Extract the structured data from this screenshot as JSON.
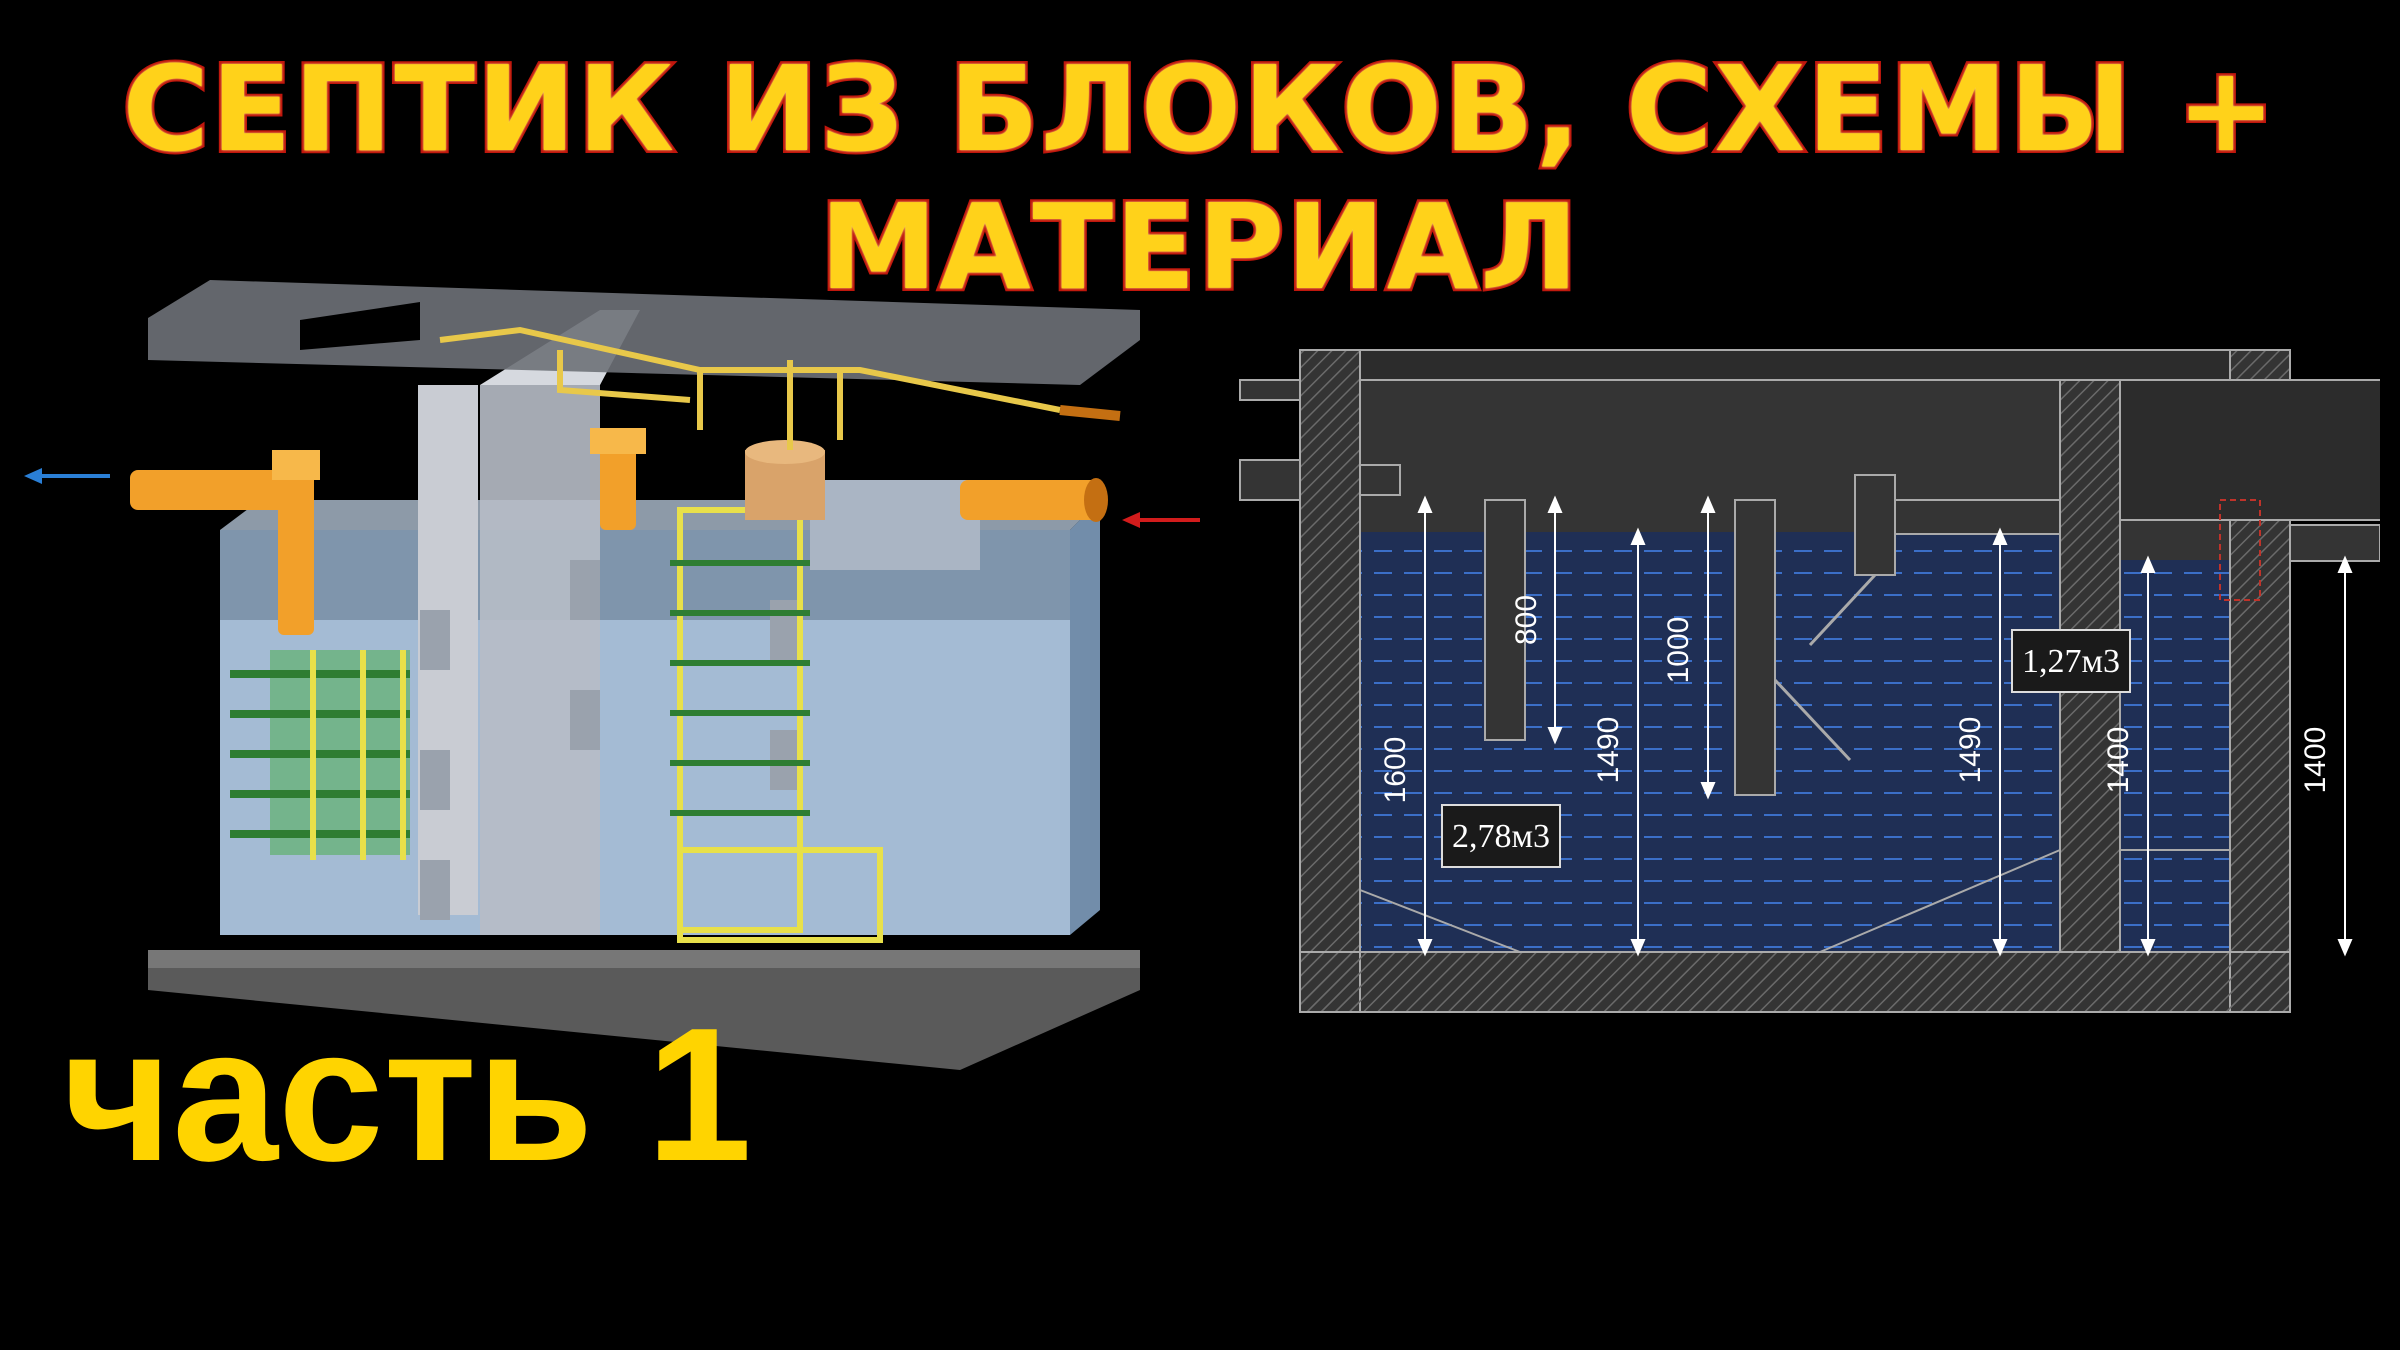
{
  "title": "СЕПТИК ИЗ БЛОКОВ, СХЕМЫ + МАТЕРИАЛ",
  "part_label": "часть 1",
  "section": {
    "dimensions": {
      "d1600": "1600",
      "d800": "800",
      "d1490_left": "1490",
      "d1000": "1000",
      "d1490_mid": "1490",
      "d1400_inner": "1400",
      "d1400_outer": "1400"
    },
    "volume_left": "2,78м3",
    "volume_right": "1,27м3"
  },
  "colors": {
    "title_fill": "#ffd21a",
    "title_stroke": "#c0160d",
    "part_label": "#ffd400",
    "water": "#1f2f55",
    "wall": "#3a3a3a",
    "pipe_orange": "#f2a02a",
    "outlet_arrow": "#2a7fd6",
    "inlet_arrow": "#d21c1c"
  }
}
